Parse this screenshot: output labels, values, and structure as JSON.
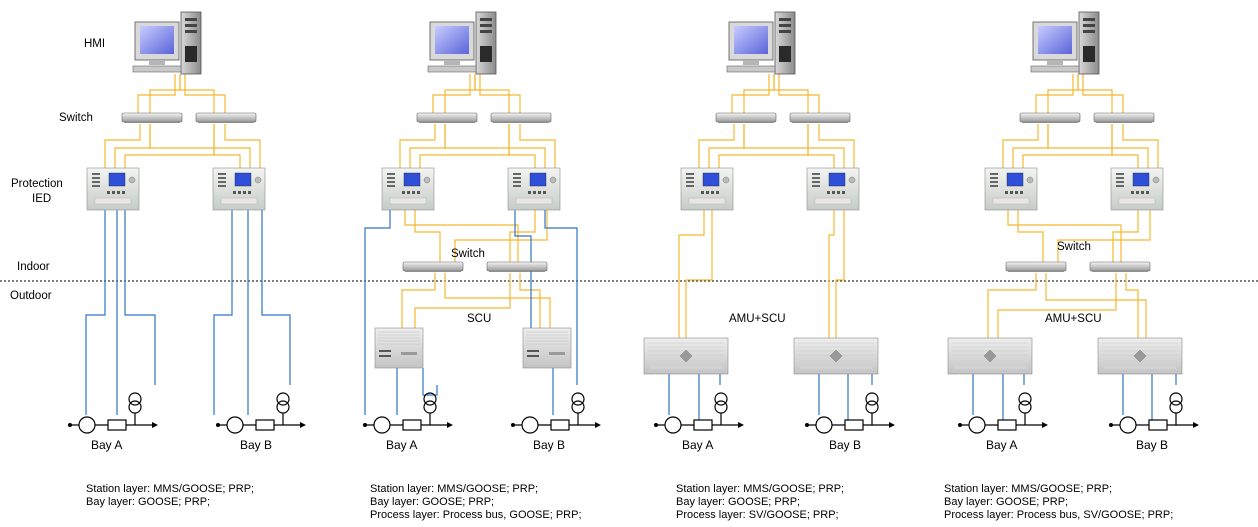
{
  "labels": {
    "hmi": "HMI",
    "switch": "Switch",
    "protection_ied_1": "Protection",
    "protection_ied_2": "IED",
    "indoor": "Indoor",
    "outdoor": "Outdoor",
    "switch_process": "Switch",
    "scu": "SCU",
    "amu_scu": "AMU+SCU",
    "bay_a": "Bay A",
    "bay_b": "Bay B"
  },
  "colors": {
    "station_link": "#F5B731",
    "process_link": "#2E75C8",
    "line": "#000000"
  },
  "captions": [
    {
      "station": "Station layer: MMS/GOOSE; PRP;",
      "bay": "Bay layer: GOOSE; PRP;",
      "process": ""
    },
    {
      "station": "Station layer: MMS/GOOSE; PRP;",
      "bay": "Bay layer: GOOSE; PRP;",
      "process": "Process layer: Process bus, GOOSE; PRP;"
    },
    {
      "station": "Station layer: MMS/GOOSE; PRP;",
      "bay": "Bay layer: GOOSE; PRP;",
      "process": "Process layer: SV/GOOSE; PRP;"
    },
    {
      "station": "Station layer: MMS/GOOSE; PRP;",
      "bay": "Bay layer: GOOSE; PRP;",
      "process": "Process layer: Process bus, SV/GOOSE; PRP;"
    }
  ]
}
